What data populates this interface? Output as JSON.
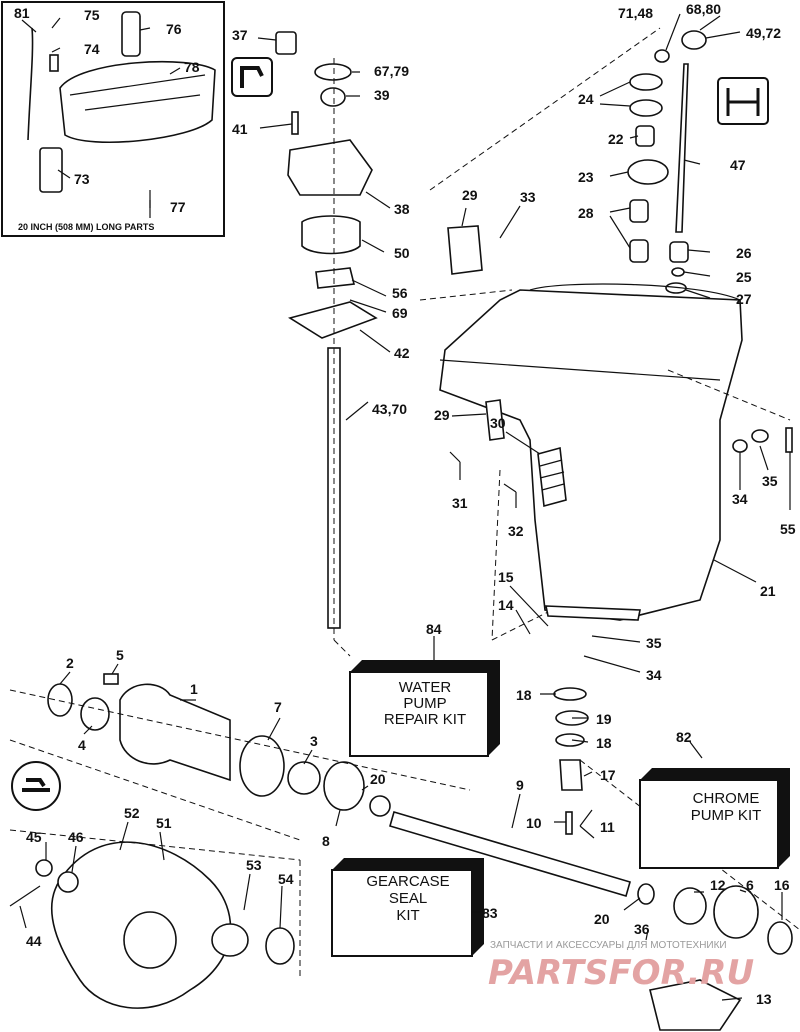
{
  "inset_note": "20 INCH (508 MM) LONG PARTS",
  "kits": {
    "water_pump": [
      "WATER",
      "PUMP",
      "REPAIR KIT"
    ],
    "chrome_pump": [
      "CHROME",
      "PUMP KIT"
    ],
    "gearcase_seal": [
      "GEARCASE",
      "SEAL",
      "KIT"
    ]
  },
  "watermark": {
    "caption": "ЗАПЧАСТИ И АКСЕССУАРЫ ДЛЯ МОТОТЕХНИКИ",
    "brand": "PARTSFOR.RU"
  },
  "labels": {
    "l81": "81",
    "l75": "75",
    "l74": "74",
    "l76": "76",
    "l78": "78",
    "l73": "73",
    "l77": "77",
    "l37": "37",
    "l6779": "67,79",
    "l39": "39",
    "l41": "41",
    "l38": "38",
    "l50": "50",
    "l56": "56",
    "l69": "69",
    "l42": "42",
    "l4370": "43,70",
    "l7148": "71,48",
    "l6880": "68,80",
    "l4972": "49,72",
    "l24": "24",
    "l22": "22",
    "l23": "23",
    "l47": "47",
    "l28": "28",
    "l26": "26",
    "l25": "25",
    "l27": "27",
    "l29a": "29",
    "l33": "33",
    "l29b": "29",
    "l30": "30",
    "l31": "31",
    "l32": "32",
    "l35a": "35",
    "l34a": "34",
    "l55": "55",
    "l21": "21",
    "l15": "15",
    "l14": "14",
    "l35b": "35",
    "l34b": "34",
    "l84": "84",
    "l2": "2",
    "l5": "5",
    "l1": "1",
    "l7": "7",
    "l4": "4",
    "l3": "3",
    "l20a": "20",
    "l8": "8",
    "l18a": "18",
    "l19": "19",
    "l18b": "18",
    "l17": "17",
    "l82": "82",
    "l9": "9",
    "l10": "10",
    "l11": "11",
    "l52": "52",
    "l51": "51",
    "l45": "45",
    "l46": "46",
    "l53": "53",
    "l54": "54",
    "l44": "44",
    "l12": "12",
    "l6": "6",
    "l16": "16",
    "l20b": "20",
    "l36": "36",
    "l83": "83",
    "l13": "13"
  }
}
